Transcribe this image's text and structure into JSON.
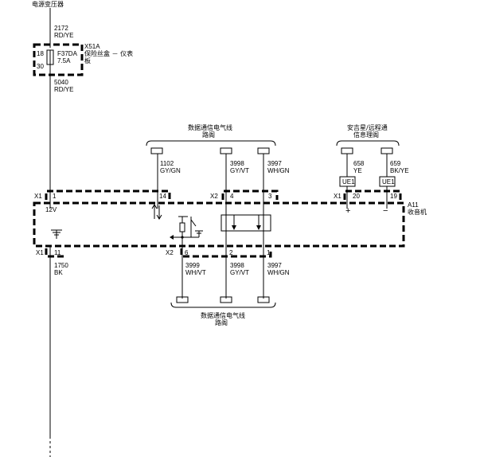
{
  "top_source": "电源变压器",
  "fuse_block": {
    "wire_in_number": "2172",
    "wire_in_color": "RD/YE",
    "pin_top": "18",
    "pin_bottom": "30",
    "fuse_name": "F37DA",
    "fuse_rating": "7.5A",
    "ref": "X51A",
    "desc_line1": "保险丝盒 － 仪表",
    "desc_line2": "板",
    "wire_out_number": "5040",
    "wire_out_color": "RD/YE"
  },
  "bus_top": {
    "label_line1": "数据通信电气线",
    "label_line2": "路阁"
  },
  "security_group": {
    "label_line1": "安吉星/远程通",
    "label_line2": "信息理阁"
  },
  "wires_top": [
    {
      "number": "1102",
      "color": "GY/GN"
    },
    {
      "number": "3998",
      "color": "GY/VT"
    },
    {
      "number": "3997",
      "color": "WH/GN"
    },
    {
      "number": "658",
      "color": "YE"
    },
    {
      "number": "659",
      "color": "BK/YE"
    }
  ],
  "ue_left": "UE1",
  "ue_right": "UE1",
  "connectors": {
    "x1_top": "X1",
    "x2_top": "X2",
    "x1_right": "X1",
    "x1_bottom": "X1",
    "x2_bottom": "X2"
  },
  "pins": {
    "p1": "1",
    "p14": "14",
    "p4": "4",
    "p3": "3",
    "p20": "20",
    "p19": "19",
    "p11": "11",
    "p6": "6",
    "p2": "2",
    "p1b": "1"
  },
  "supply_label": "12V",
  "plus": "+",
  "minus": "−",
  "module": {
    "ref": "A11",
    "name": "收音机"
  },
  "wires_bottom": [
    {
      "number": "3999",
      "color": "WH/VT"
    },
    {
      "number": "3998",
      "color": "GY/VT"
    },
    {
      "number": "3997",
      "color": "WH/GN"
    }
  ],
  "ground_wire": {
    "number": "1750",
    "color": "BK"
  },
  "bus_bottom": {
    "label_line1": "数据通信电气线",
    "label_line2": "路阁"
  }
}
